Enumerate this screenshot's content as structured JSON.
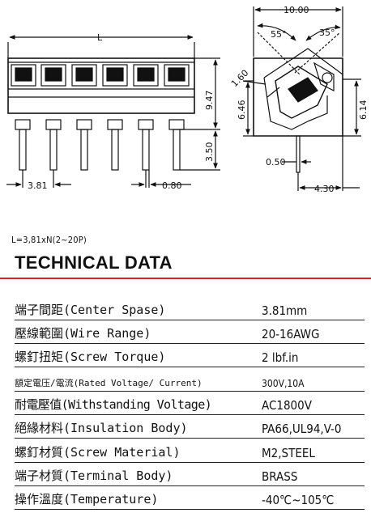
{
  "drawing": {
    "dims": {
      "length": "L",
      "height_total": "9.47",
      "pin_length": "3.50",
      "pitch": "3.81",
      "pin_width": "0.80",
      "width_side": "10.00",
      "angle_1": "55°",
      "angle_2": "35°",
      "wire_entry": "1.60",
      "body_height_left": "6.46",
      "body_height_right": "6.14",
      "pin_thickness": "0.50",
      "pin_offset": "4.30"
    }
  },
  "formula": "L=3,81xN(2~20P)",
  "heading": "TECHNICAL DATA",
  "accent_color": "#d5222a",
  "specs": [
    {
      "label": "端子間距(Center Spase)",
      "value": "3.81mm"
    },
    {
      "label": "壓線範圍(Wire Range)",
      "value": "20-16AWG"
    },
    {
      "label": "螺釘扭矩(Screw Torque)",
      "value": "2 lbf.in"
    },
    {
      "label": "額定電压/電流(Rated Voltage/ Current)",
      "value": "300V,10A"
    },
    {
      "label": "耐電壓值(Withstanding Voltage)",
      "value": "AC1800V"
    },
    {
      "label": "絕緣材料(Insulation Body)",
      "value": "PA66,UL94,V-0"
    },
    {
      "label": "螺釘材質(Screw Material)",
      "value": "M2,STEEL"
    },
    {
      "label": "端子材質(Terminal Body)",
      "value": "BRASS"
    },
    {
      "label": "操作溫度(Temperature)",
      "value": "-40℃~105℃"
    }
  ]
}
